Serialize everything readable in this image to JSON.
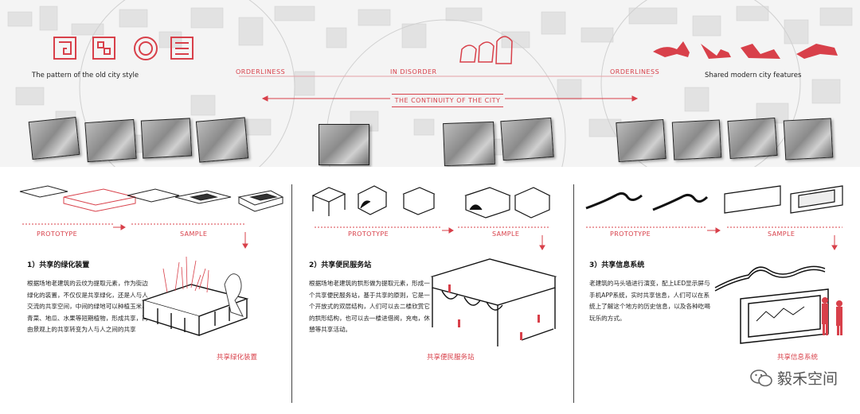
{
  "header": {
    "old_pattern_label": "The pattern of the old city style",
    "modern_label": "Shared modern city features",
    "orderliness_left": "ORDERLINESS",
    "in_disorder": "IN DISORDER",
    "orderliness_right": "ORDERLINESS",
    "continuity": "THE CONTINUITY OF THE CITY"
  },
  "sections": [
    {
      "prototype": "PROTOTYPE",
      "sample": "SAMPLE",
      "title": "1）共享的绿化装置",
      "body": "根据场地老建筑的云纹为提取元素，作为街边绿化的装置，不仅仅是共享绿化，还是人与人交流的共享空间，中间的绿地可以种植玉米、青菜、地瓜、水果等短期植物，形成共享，再由景观上的共享转变为人与人之间的共享",
      "caption": "共享绿化装置"
    },
    {
      "prototype": "PROTOTYPE",
      "sample": "SAMPLE",
      "title": "2）共享便民服务站",
      "body": "根据场地老建筑的拱形做为提取元素，形成一个共享便民服务站，基于共享的原则，它是一个开放式的双层结构，人们可以去二楼欣赏它的拱形结构，也可以去一楼进借阅，充电，休憩等共享活动。",
      "caption": "共享便民服务站"
    },
    {
      "prototype": "PROTOTYPE",
      "sample": "SAMPLE",
      "title": "3）共享信息系统",
      "body": "老建筑的马头墙进行演变，配上LED显示屏与手机APP系统，实时共享信息，人们可以在系统上了解这个地方的历史信息，以及各种吃喝玩乐的方式。",
      "caption": "共享信息系统"
    }
  ],
  "watermark": "毅禾空间",
  "colors": {
    "accent": "#d8404a",
    "ink": "#222222"
  }
}
